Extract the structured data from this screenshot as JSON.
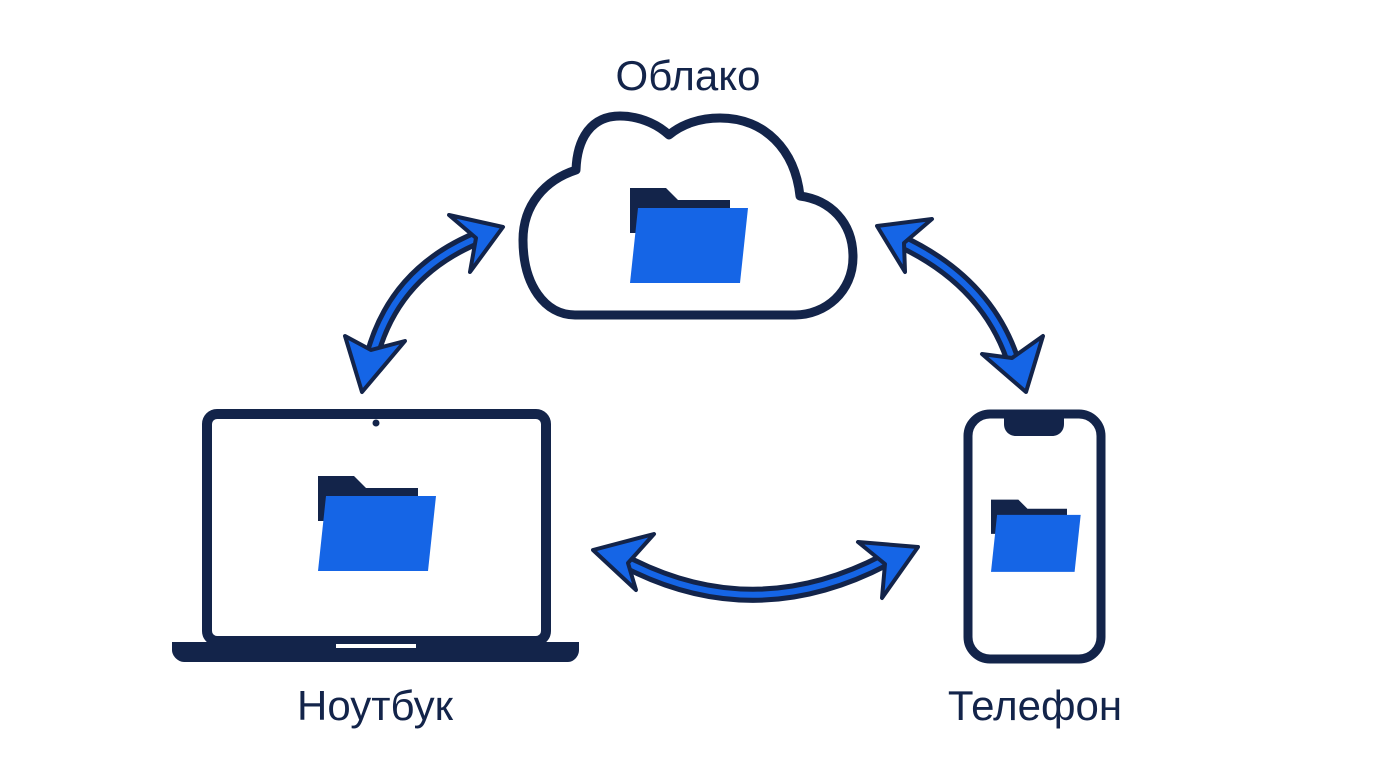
{
  "nodes": {
    "cloud": {
      "label": "Облако"
    },
    "laptop": {
      "label": "Ноутбук"
    },
    "phone": {
      "label": "Телефон"
    }
  },
  "colors": {
    "outline": "#13244a",
    "accent": "#1565e6",
    "folder_back": "#13244a",
    "folder_front": "#1565e6",
    "background": "#ffffff"
  },
  "icons": {
    "cloud": "cloud-icon",
    "laptop": "laptop-icon",
    "phone": "smartphone-icon",
    "folder": "folder-icon",
    "sync": "bidirectional-arrow-icon"
  }
}
